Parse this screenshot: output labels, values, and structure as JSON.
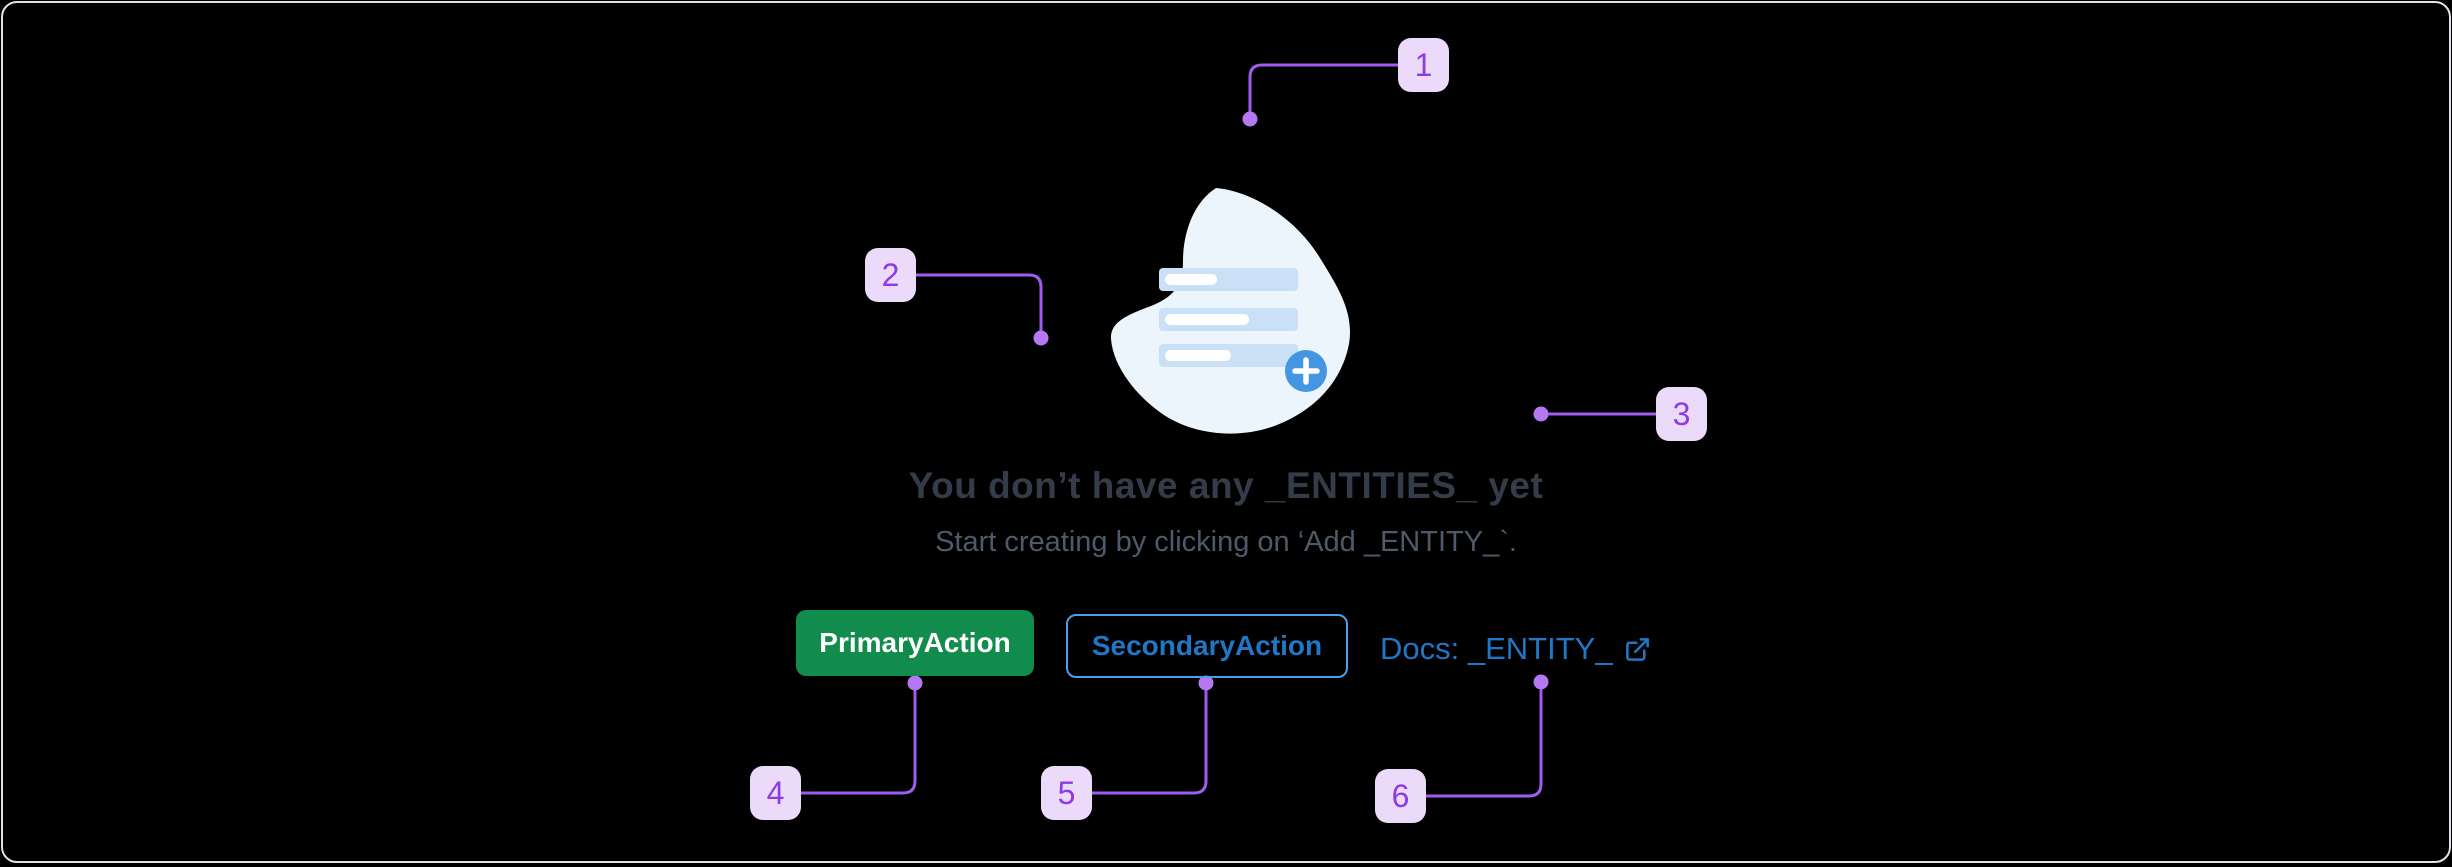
{
  "frame": {
    "background": "#000000",
    "border_color": "#e3e3e6"
  },
  "empty_state": {
    "title": "You don’t have any _ENTITIES_ yet",
    "subtitle": "Start creating by clicking on ‘Add _ENTITY_`.",
    "primary_action": "PrimaryAction",
    "secondary_action": "SecondaryAction",
    "docs_link": "Docs: _ENTITY_",
    "docs_icon": "external-link-icon",
    "illustration": "empty-list-with-add-plus"
  },
  "annotations": {
    "callouts": [
      {
        "label": "1"
      },
      {
        "label": "2"
      },
      {
        "label": "3"
      },
      {
        "label": "4"
      },
      {
        "label": "5"
      },
      {
        "label": "6"
      }
    ],
    "line_color": "#a05cf0",
    "dot_color": "#b678f2",
    "badge_background": "#ecdafb",
    "badge_text_color": "#8c3be6"
  },
  "colors": {
    "primary_button_bg": "#118c4c",
    "primary_button_text": "#ffffff",
    "secondary_button_border": "#4b9fe8",
    "secondary_button_text": "#2176c5",
    "docs_link_text": "#2176c5",
    "title_text": "#343c49",
    "subtitle_text": "#4e5a69",
    "blob_fill": "#edf5fc",
    "list_bar_fill": "#c9e0f6",
    "list_pill_fill": "#ffffff",
    "plus_circle_fill": "#4596e2"
  }
}
